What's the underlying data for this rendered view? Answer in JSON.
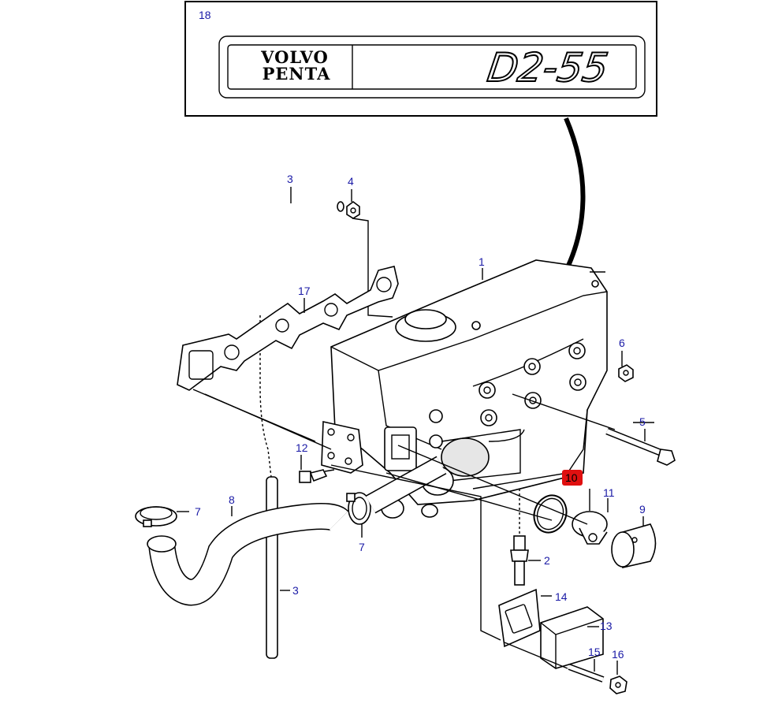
{
  "callouts": [
    {
      "number": "1"
    },
    {
      "number": "2"
    },
    {
      "number": "3"
    },
    {
      "number": "3"
    },
    {
      "number": "4"
    },
    {
      "number": "5"
    },
    {
      "number": "6"
    },
    {
      "number": "7"
    },
    {
      "number": "7"
    },
    {
      "number": "8"
    },
    {
      "number": "9"
    },
    {
      "number": "10"
    },
    {
      "number": "11"
    },
    {
      "number": "12"
    },
    {
      "number": "13"
    },
    {
      "number": "14"
    },
    {
      "number": "15"
    },
    {
      "number": "16"
    },
    {
      "number": "17"
    },
    {
      "number": "18"
    }
  ],
  "highlight_color": "#e01010",
  "label_color": "#1a1aa6",
  "decal": {
    "brand_line1": "VOLVO",
    "brand_line2": "PENTA",
    "model": "D2-55"
  }
}
